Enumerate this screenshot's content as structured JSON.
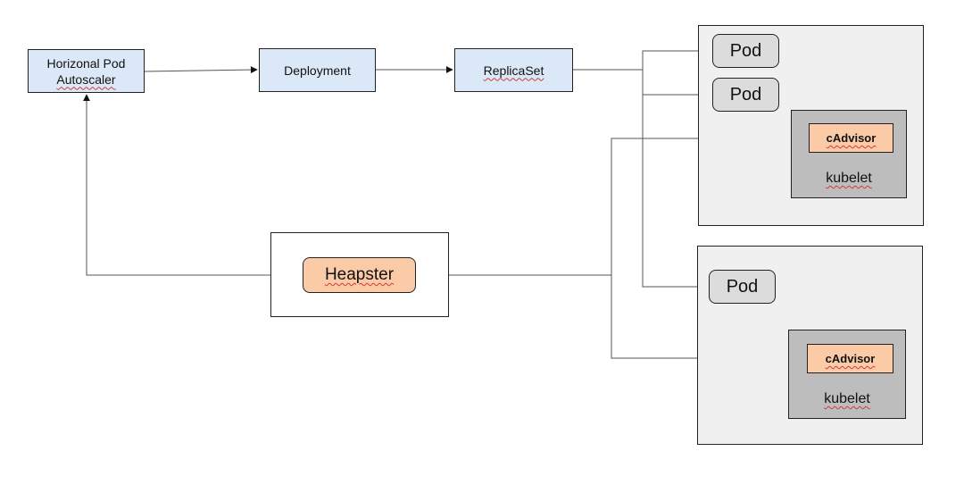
{
  "hpa": {
    "line1": "Horizonal Pod",
    "line2": "Autoscaler"
  },
  "deployment": {
    "label": "Deployment"
  },
  "replicaset": {
    "label": "ReplicaSet"
  },
  "heapster": {
    "label": "Heapster"
  },
  "node1": {
    "pods": [
      "Pod",
      "Pod"
    ],
    "cadvisor": "cAdvisor",
    "kubelet": "kubelet"
  },
  "node2": {
    "pods": [
      "Pod"
    ],
    "cadvisor": "cAdvisor",
    "kubelet": "kubelet"
  },
  "colors": {
    "controller_fill": "#dbe8f7",
    "pod_fill": "#dcdcdc",
    "agent_fill": "#fbcaa6",
    "node_fill": "#f0f0f0",
    "kubelet_fill": "#bdbdbd",
    "line": "#444444"
  }
}
